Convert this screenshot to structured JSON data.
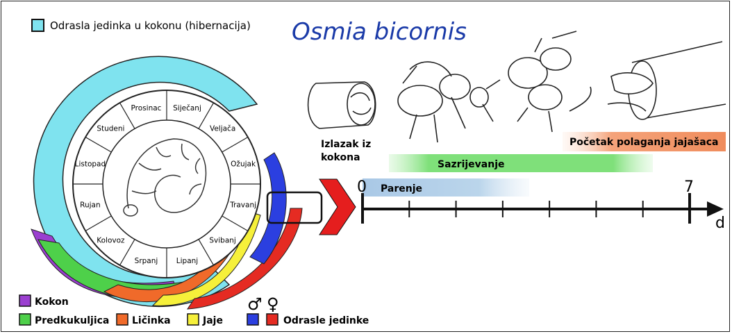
{
  "title": "Osmia bicornis",
  "legend": {
    "hibernation": "Odrasla jedinka u kokonu (hibernacija)",
    "cocoon": "Kokon",
    "prepupa": "Predkukuljica",
    "larva": "Ličinka",
    "egg": "Jaje",
    "adults": "Odrasle jedinke",
    "male_symbol": "♂",
    "female_symbol": "♀"
  },
  "colors": {
    "hibernation": "#7fe3ef",
    "cocoon": "#9b3fd0",
    "prepupa": "#4ed04a",
    "larva": "#f06a2a",
    "egg": "#f6f03a",
    "male": "#2b3fe0",
    "female": "#e52b22",
    "arrow": "#e51e1e",
    "mating_bar": "#b7d3ea",
    "maturation_bar": "#7fe07a",
    "laying_bar": "#f4a37a",
    "title": "#1a3aa8"
  },
  "months": [
    "Siječanj",
    "Veljača",
    "Ožujak",
    "Travanj",
    "Svibanj",
    "Lipanj",
    "Srpanj",
    "Kolovoz",
    "Rujan",
    "Listopad",
    "Studeni",
    "Prosinac"
  ],
  "timeline": {
    "start_label": "0",
    "end_label": "7",
    "unit": "d",
    "emergence_label_1": "Izlazak iz",
    "emergence_label_2": "kokona",
    "phases": {
      "mating": "Parenje",
      "maturation": "Sazrijevanje",
      "laying": "Početak polaganja jajašaca"
    }
  }
}
